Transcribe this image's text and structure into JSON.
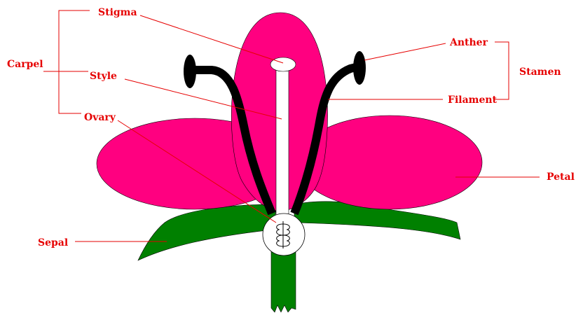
{
  "labels": {
    "stigma": "Stigma",
    "style": "Style",
    "ovary": "Ovary",
    "carpel": "Carpel",
    "anther": "Anther",
    "filament": "Filament",
    "stamen": "Stamen",
    "petal": "Petal",
    "sepal": "Sepal"
  },
  "colors": {
    "label": "#e60000",
    "petal": "#ff0080",
    "sepal": "#008000",
    "stamen": "#000000",
    "carpel": "#ffffff"
  }
}
